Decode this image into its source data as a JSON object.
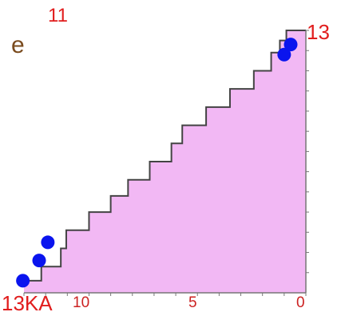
{
  "panel_letter": "e",
  "labels": {
    "top_left": "11",
    "top_right": "13",
    "bottom_left": "13KA"
  },
  "colors": {
    "fill": "#f2b8f4",
    "step_line": "#444444",
    "axis": "#777777",
    "marker": "#0a14ee",
    "label_red": "#e11d1d",
    "panel_letter": "#7a4b1e",
    "tick_text": "#cc2222"
  },
  "chart_data": {
    "type": "area",
    "x_axis": {
      "ticks": [
        "10",
        "5",
        "0"
      ],
      "tick_values": [
        10,
        5,
        0
      ],
      "reversed": true,
      "range": [
        13,
        0
      ]
    },
    "y_axis": {
      "range": [
        0,
        13
      ]
    },
    "grid": false,
    "steps": {
      "x": [
        13,
        12.2,
        11.3,
        11.05,
        10,
        9,
        8.2,
        7.2,
        6.2,
        5.7,
        4.6,
        3.5,
        2.4,
        1.6,
        1.2,
        0.9,
        0
      ],
      "y": [
        0.6,
        1.3,
        2.2,
        3.1,
        4,
        4.8,
        5.6,
        6.5,
        7.4,
        8.3,
        9.2,
        10.1,
        11,
        11.9,
        12.5,
        13,
        13
      ]
    },
    "points": [
      {
        "x": 13.05,
        "y": 0.6
      },
      {
        "x": 12.3,
        "y": 1.6
      },
      {
        "x": 11.9,
        "y": 2.5
      },
      {
        "x": 1.0,
        "y": 11.8
      },
      {
        "x": 0.7,
        "y": 12.3
      }
    ]
  }
}
